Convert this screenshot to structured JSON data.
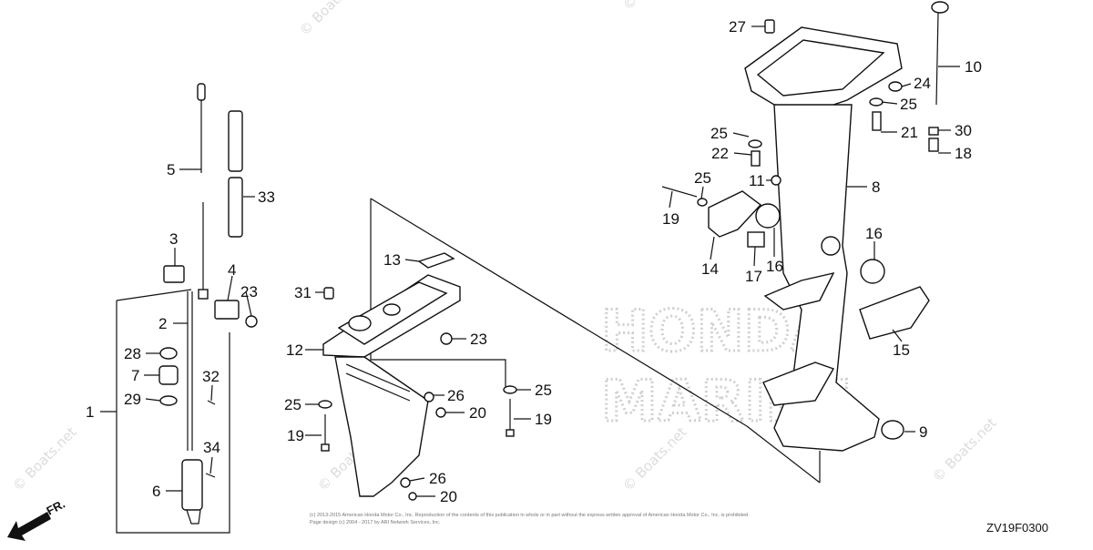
{
  "brand_watermark": {
    "line1": "HONDA",
    "line2": "MARINE"
  },
  "site_watermark": "© Boats.net",
  "copyright": {
    "line1": "(c) 2013-2015 American Honda Motor Co., Inc. Reproduction of the contents of this publication in whole or in part without the express written approval of American Honda Motor Co., Inc. is prohibited.",
    "line2": "Page design (c) 2004 - 2017 by ARI Network Services, Inc."
  },
  "diagram_code": "ZV19F0300",
  "front_marker": "FR.",
  "callouts": {
    "c1": "1",
    "c2": "2",
    "c3": "3",
    "c4": "4",
    "c5": "5",
    "c6": "6",
    "c7": "7",
    "c8": "8",
    "c9": "9",
    "c10": "10",
    "c11": "11",
    "c12": "12",
    "c13": "13",
    "c14": "14",
    "c15": "15",
    "c16a": "16",
    "c16b": "16",
    "c17": "17",
    "c18": "18",
    "c19a": "19",
    "c19b": "19",
    "c19c": "19",
    "c20a": "20",
    "c20b": "20",
    "c21": "21",
    "c22": "22",
    "c23a": "23",
    "c23b": "23",
    "c24": "24",
    "c25a": "25",
    "c25b": "25",
    "c25c": "25",
    "c25d": "25",
    "c25e": "25",
    "c26a": "26",
    "c26b": "26",
    "c27": "27",
    "c28": "28",
    "c29": "29",
    "c30": "30",
    "c31": "31",
    "c32": "32",
    "c33": "33",
    "c34": "34"
  }
}
